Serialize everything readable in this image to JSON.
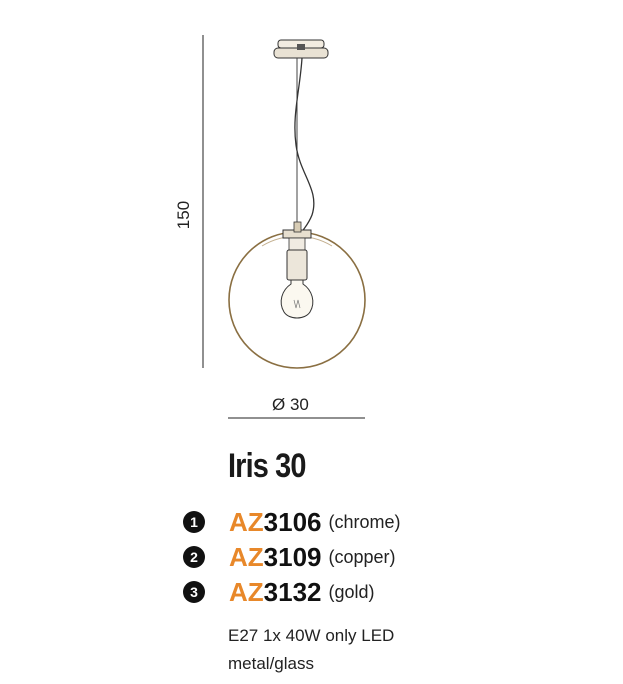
{
  "dimensions": {
    "height_cm": "150",
    "diameter_cm": "Ø 30"
  },
  "product": {
    "name": "Iris 30"
  },
  "variants": [
    {
      "badge": "1",
      "prefix": "AZ",
      "number": "3106",
      "finish": "(chrome)"
    },
    {
      "badge": "2",
      "prefix": "AZ",
      "number": "3109",
      "finish": "(copper)"
    },
    {
      "badge": "3",
      "prefix": "AZ",
      "number": "3132",
      "finish": "(gold)"
    }
  ],
  "specs": {
    "bulb": "E27 1x 40W only LED",
    "material": "metal/glass"
  },
  "colors": {
    "accent": "#e8882a",
    "text": "#1a1a1a"
  }
}
